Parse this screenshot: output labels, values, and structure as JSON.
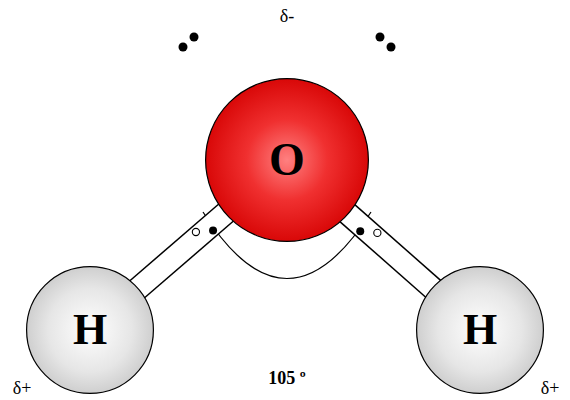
{
  "diagram": {
    "nodes": [
      {
        "text": [
          "O"
        ]
      },
      {
        "text": [
          "H"
        ]
      },
      {
        "text": [
          "H"
        ]
      }
    ],
    "edges": [
      {
        "from": 0,
        "to": 1,
        "arrow": "none"
      },
      {
        "from": 0,
        "to": 2,
        "arrow": "none"
      }
    ],
    "labels": [
      "δ-",
      "105 º",
      "δ+",
      "δ+"
    ]
  }
}
